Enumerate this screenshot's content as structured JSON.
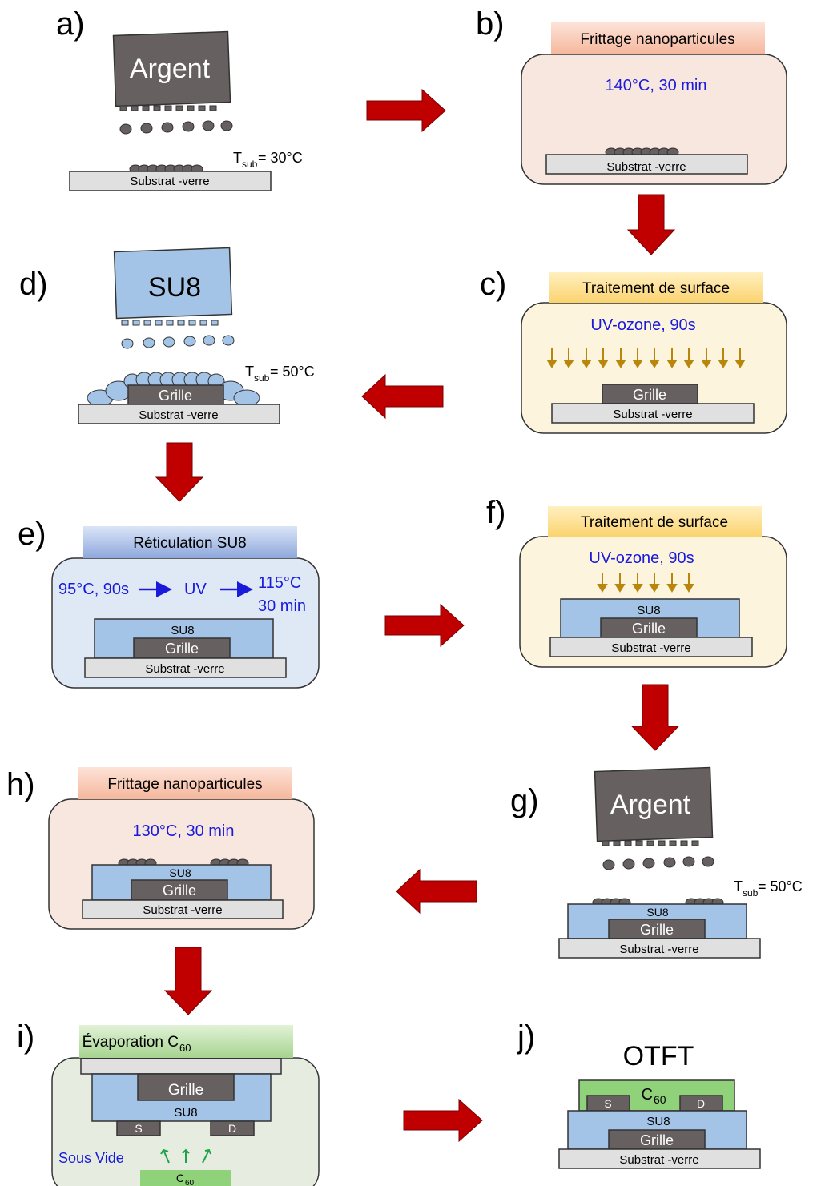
{
  "steps": {
    "a": {
      "label": "a)",
      "source": "Argent",
      "temp_prefix": "T",
      "temp_sub": "sub",
      "temp_value": "= 30°C",
      "substrate": "Substrat -verre"
    },
    "b": {
      "label": "b)",
      "header": "Frittage nanoparticules",
      "condition": "140°C, 30 min",
      "substrate": "Substrat -verre"
    },
    "c": {
      "label": "c)",
      "header": "Traitement de surface",
      "condition": "UV-ozone, 90s",
      "gate": "Grille",
      "substrate": "Substrat -verre"
    },
    "d": {
      "label": "d)",
      "source": "SU8",
      "temp_prefix": "T",
      "temp_sub": "sub",
      "temp_value": "= 50°C",
      "gate": "Grille",
      "substrate": "Substrat -verre"
    },
    "e": {
      "label": "e)",
      "header": "Réticulation SU8",
      "cond1": "95°C, 90s",
      "cond2": "UV",
      "cond3a": "115°C",
      "cond3b": "30 min",
      "dielectric": "SU8",
      "gate": "Grille",
      "substrate": "Substrat -verre"
    },
    "f": {
      "label": "f)",
      "header": "Traitement de surface",
      "condition": "UV-ozone, 90s",
      "dielectric": "SU8",
      "gate": "Grille",
      "substrate": "Substrat -verre"
    },
    "g": {
      "label": "g)",
      "source": "Argent",
      "temp_prefix": "T",
      "temp_sub": "sub",
      "temp_value": "= 50°C",
      "dielectric": "SU8",
      "gate": "Grille",
      "substrate": "Substrat -verre"
    },
    "h": {
      "label": "h)",
      "header": "Frittage nanoparticules",
      "condition": "130°C, 30 min",
      "dielectric": "SU8",
      "gate": "Grille",
      "substrate": "Substrat -verre"
    },
    "i": {
      "label": "i)",
      "header_prefix": "Évaporation C",
      "header_sub": "60",
      "gate": "Grille",
      "dielectric": "SU8",
      "source_contact": "S",
      "drain_contact": "D",
      "vacuum": "Sous Vide",
      "crucible_prefix": "C",
      "crucible_sub": "60"
    },
    "j": {
      "label": "j)",
      "title": "OTFT",
      "semi_prefix": "C",
      "semi_sub": "60",
      "source_contact": "S",
      "drain_contact": "D",
      "dielectric": "SU8",
      "gate": "Grille",
      "substrate": "Substrat -verre"
    }
  },
  "colors": {
    "arrow": "#c00000",
    "sinter_header": "#f7c5ad",
    "sinter_panel": "#f7e7df",
    "uv_header": "#fdd980",
    "uv_panel": "#fdf4de",
    "cure_header": "#9fb5e3",
    "cure_panel": "#dfe9f5",
    "evap_header": "#b4dba0",
    "evap_panel": "#e6ede0",
    "su8": "#a3c4e6",
    "metal": "#666060",
    "substrate": "#e0e0e0",
    "c60": "#8fd27a",
    "uv_arrow": "#b8860b",
    "vapor_arrow": "#1fa34a",
    "condition_text": "#1a1adb"
  }
}
